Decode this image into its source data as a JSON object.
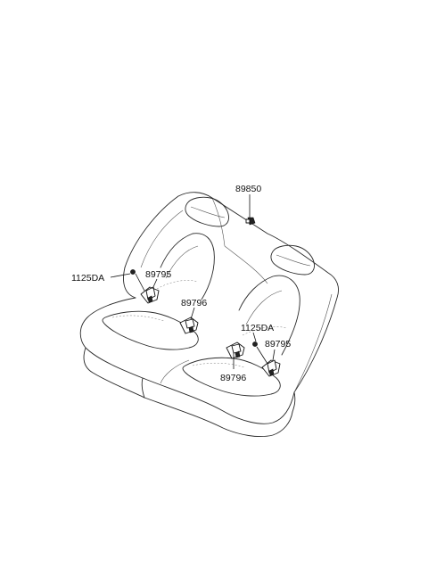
{
  "diagram": {
    "labels": {
      "bracket_top": "89850",
      "bolt_left": "1125DA",
      "buckle_left": "89795",
      "buckle_center_upper": "89796",
      "bolt_right": "1125DA",
      "buckle_right": "89795",
      "buckle_center_lower": "89796"
    }
  }
}
